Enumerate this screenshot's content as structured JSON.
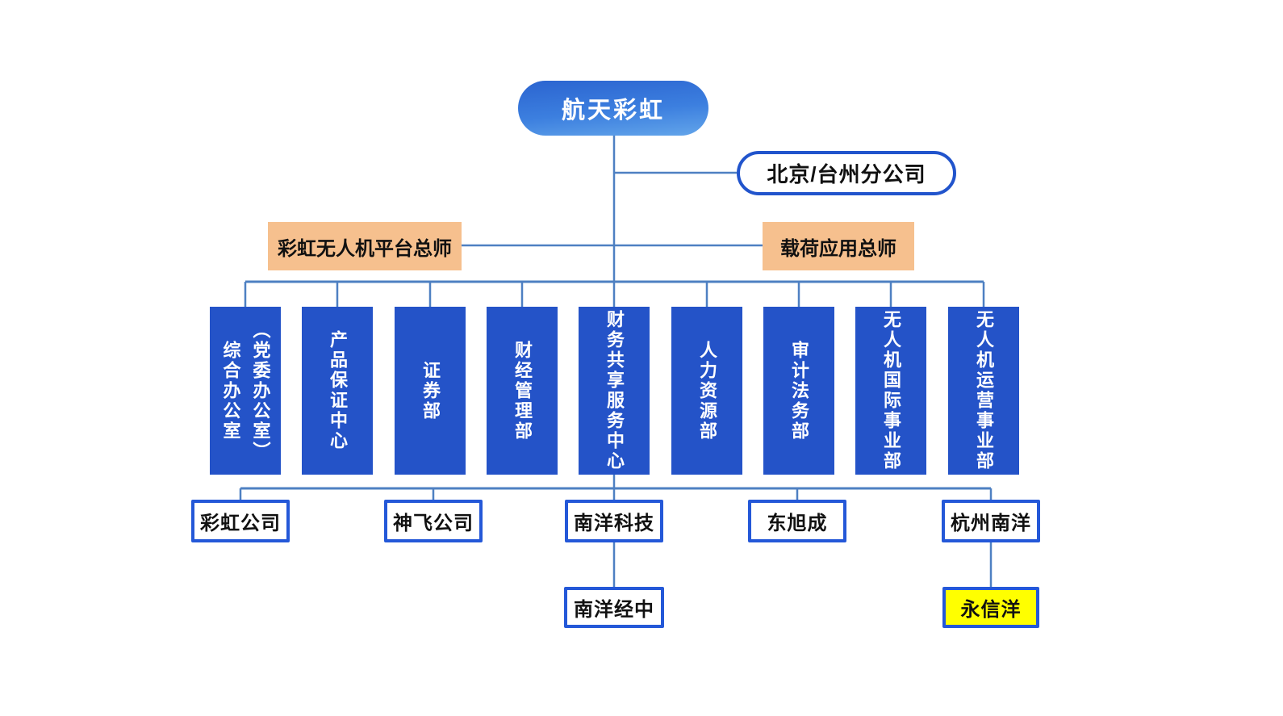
{
  "root": {
    "label": "航天彩虹"
  },
  "branch_office": {
    "label": "北京/台州分公司"
  },
  "chief_engineers": [
    {
      "label": "彩虹无人机平台总师"
    },
    {
      "label": "载荷应用总师"
    }
  ],
  "departments": [
    {
      "label": "综合办公室（党委办公室）",
      "columns": [
        "综合办公室",
        "（党委办公室）"
      ]
    },
    {
      "label": "产品保证中心"
    },
    {
      "label": "证券部"
    },
    {
      "label": "财经管理部"
    },
    {
      "label": "财务共享服务中心"
    },
    {
      "label": "人力资源部"
    },
    {
      "label": "审计法务部"
    },
    {
      "label": "无人机国际事业部"
    },
    {
      "label": "无人机运营事业部"
    }
  ],
  "subsidiaries": [
    {
      "label": "彩虹公司"
    },
    {
      "label": "神飞公司"
    },
    {
      "label": "南洋科技"
    },
    {
      "label": "东旭成"
    },
    {
      "label": "杭州南洋"
    }
  ],
  "second_level_subsidiaries": [
    {
      "label": "南洋经中",
      "parent": "南洋科技",
      "highlighted": false
    },
    {
      "label": "永信洋",
      "parent": "杭州南洋",
      "highlighted": true
    }
  ],
  "colors": {
    "node_blue": "#2453c8",
    "box_border_blue": "#2458d8",
    "connector_blue": "#4e80c2",
    "chief_orange": "#f6c08e",
    "highlight_yellow": "#ffff00",
    "pill_gradient_top": "#2b64d0",
    "pill_gradient_bottom": "#63a5ea"
  }
}
